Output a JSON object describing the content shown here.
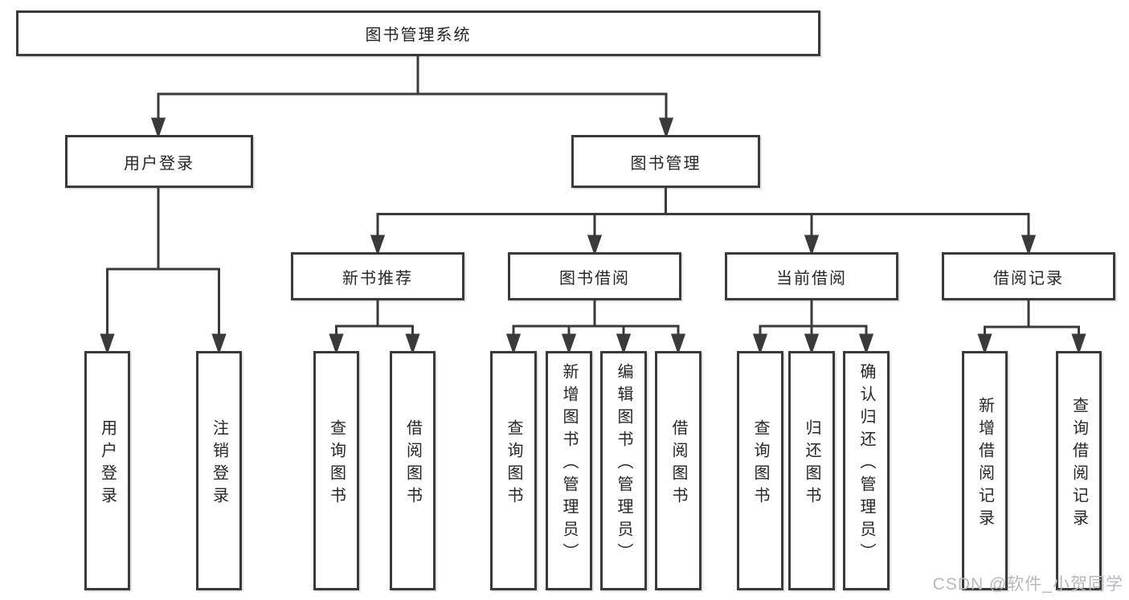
{
  "diagram": {
    "title": "图书管理系统",
    "level1": {
      "user_login": "用户登录",
      "book_mgmt": "图书管理"
    },
    "level2": {
      "new_books": "新书推荐",
      "book_borrow": "图书借阅",
      "current_borrow": "当前借阅",
      "borrow_records": "借阅记录"
    },
    "leaves": {
      "user_login": [
        "用户登录",
        "注销登录"
      ],
      "new_books": [
        "查询图书",
        "借阅图书"
      ],
      "book_borrow": [
        "查询图书",
        "新增图书（管理员）",
        "编辑图书（管理员）",
        "借阅图书"
      ],
      "current_borrow": [
        "查询图书",
        "归还图书",
        "确认归还（管理员）"
      ],
      "borrow_records": [
        "新增借阅记录",
        "查询借阅记录"
      ]
    },
    "watermark": "CSDN @软件_小贺同学",
    "colors": {
      "line": "#3a3a3a",
      "text": "#262626",
      "watermark": "#b5b9bd",
      "background": "#ffffff"
    }
  }
}
